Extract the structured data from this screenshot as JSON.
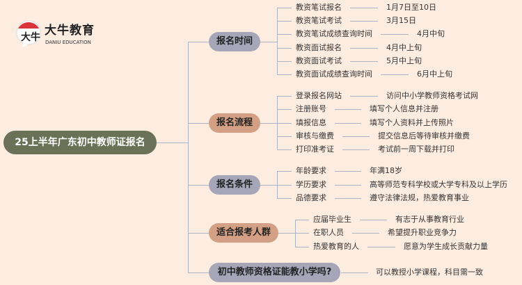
{
  "logo": {
    "title": "大牛教育",
    "subtitle": "DANIU EDUCATION",
    "mark": "大牛"
  },
  "colors": {
    "background": "#fdede1",
    "root": "#6b7157",
    "gray_branch": "#a6a6b8",
    "brown_branch": "#d4a085",
    "connector": "#aeb2c6"
  },
  "root": {
    "label": "25上半年广东初中教师证报名"
  },
  "branches": [
    {
      "label": "报名时间",
      "items": [
        {
          "label": "教资笔试报名",
          "value": "1月7日至10日"
        },
        {
          "label": "教资笔试考试",
          "value": "3月15日"
        },
        {
          "label": "教资笔试成绩查询时间",
          "value": "4月中旬"
        },
        {
          "label": "教资面试报名",
          "value": "4月中上旬"
        },
        {
          "label": "教资面试考试",
          "value": "5月中上旬"
        },
        {
          "label": "教资面试成绩查询时间",
          "value": "6月中上旬"
        }
      ]
    },
    {
      "label": "报名流程",
      "items": [
        {
          "label": "登录报名网站",
          "value": "访问中小学教师资格考试网"
        },
        {
          "label": "注册账号",
          "value": "填写个人信息并注册"
        },
        {
          "label": "填报信息",
          "value": "填写个人资料并上传照片"
        },
        {
          "label": "审核与缴费",
          "value": "提交信息后等待审核并缴费"
        },
        {
          "label": "打印准考证",
          "value": "考试前一周下载并打印"
        }
      ]
    },
    {
      "label": "报名条件",
      "items": [
        {
          "label": "年龄要求",
          "value": "年满18岁"
        },
        {
          "label": "学历要求",
          "value": "高等师范专科学校或大学专科及以上学历"
        },
        {
          "label": "品德要求",
          "value": "遵守法律法规，热爱教育事业"
        }
      ]
    },
    {
      "label": "适合报考人群",
      "items": [
        {
          "label": "应届毕业生",
          "value": "有志于从事教育行业"
        },
        {
          "label": "在职人员",
          "value": "希望提升职业竞争力"
        },
        {
          "label": "热爱教育的人",
          "value": "愿意为学生成长贡献力量"
        }
      ]
    },
    {
      "label": "初中教师资格证能教小学吗?",
      "items": [
        {
          "label": "",
          "value": "可以教授小学课程，科目需一致"
        }
      ]
    }
  ]
}
